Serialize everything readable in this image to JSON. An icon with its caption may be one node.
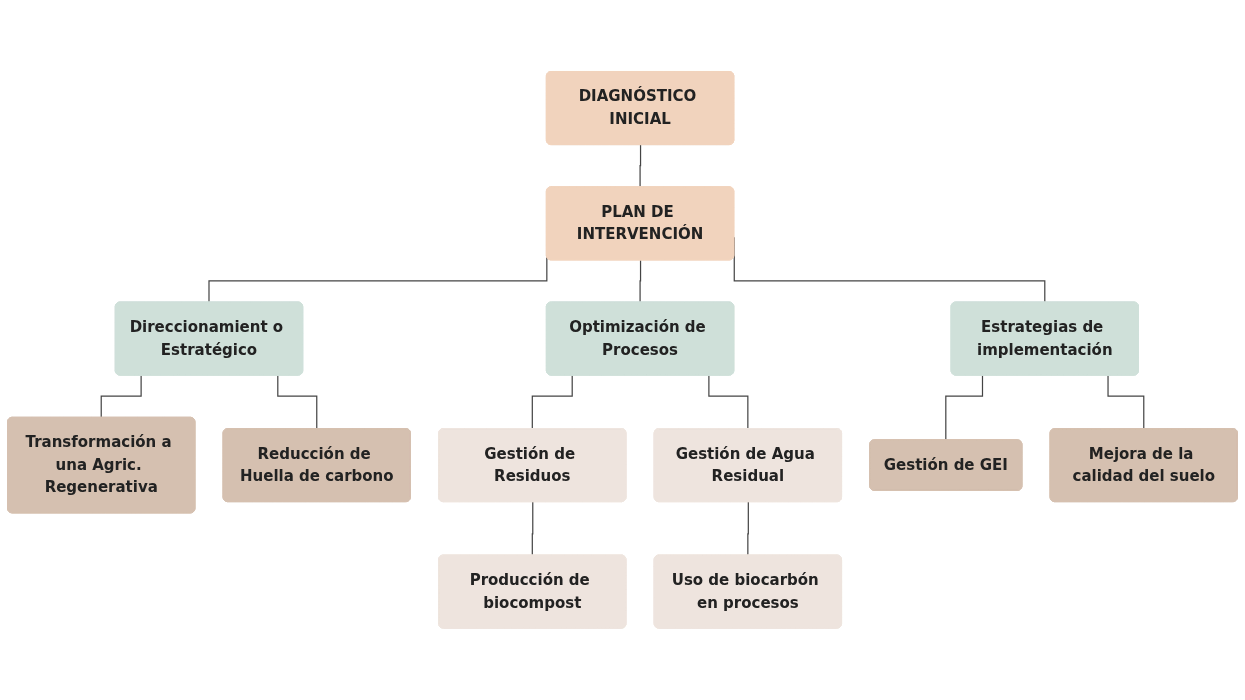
{
  "diagram": {
    "nodes": [
      {
        "text": [
          "DIAGNÓSTICO INICIAL"
        ]
      },
      {
        "text": [
          "PLAN DE INTERVENCIÓN"
        ]
      },
      {
        "text": [
          "Direccionamient o Estratégico"
        ]
      },
      {
        "text": [
          "Optimización de Procesos"
        ]
      },
      {
        "text": [
          "Estrategias de implementación"
        ]
      },
      {
        "text": [
          "Transformación a una Agric. Regenerativa"
        ]
      },
      {
        "text": [
          "Reducción de Huella de carbono"
        ]
      },
      {
        "text": [
          "Gestión de Residuos"
        ]
      },
      {
        "text": [
          "Gestión de Agua Residual"
        ]
      },
      {
        "text": [
          "Gestión de GEI"
        ]
      },
      {
        "text": [
          "Mejora de la calidad del suelo"
        ]
      },
      {
        "text": [
          "Producción de biocompost"
        ]
      },
      {
        "text": [
          "Uso de biocarbón en procesos"
        ]
      }
    ],
    "edges": [
      {
        "from": 0,
        "to": 1,
        "arrow": "none"
      },
      {
        "from": 1,
        "to": 2,
        "arrow": "none"
      },
      {
        "from": 1,
        "to": 3,
        "arrow": "none"
      },
      {
        "from": 1,
        "to": 4,
        "arrow": "none"
      },
      {
        "from": 2,
        "to": 5,
        "arrow": "none"
      },
      {
        "from": 2,
        "to": 6,
        "arrow": "none"
      },
      {
        "from": 3,
        "to": 7,
        "arrow": "none"
      },
      {
        "from": 3,
        "to": 8,
        "arrow": "none"
      },
      {
        "from": 4,
        "to": 9,
        "arrow": "none"
      },
      {
        "from": 4,
        "to": 10,
        "arrow": "none"
      },
      {
        "from": 7,
        "to": 11,
        "arrow": "none"
      },
      {
        "from": 8,
        "to": 12,
        "arrow": "none"
      }
    ]
  }
}
